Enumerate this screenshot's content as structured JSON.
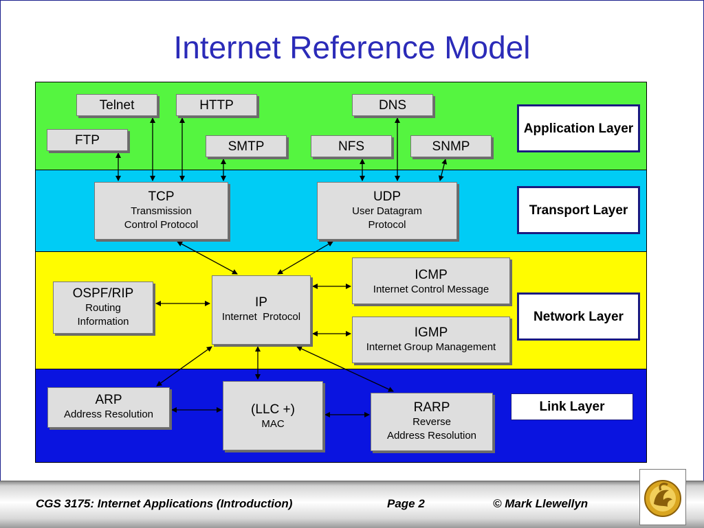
{
  "title": "Internet Reference Model",
  "colors": {
    "application": "#55f540",
    "transport": "#00ccf5",
    "network": "#fffc00",
    "link": "#0a14e0",
    "title": "#2b2bb8"
  },
  "layers": {
    "application": "Application Layer",
    "transport": "Transport Layer",
    "network": "Network Layer",
    "link": "Link Layer"
  },
  "boxes": {
    "telnet": {
      "name": "Telnet"
    },
    "http": {
      "name": "HTTP"
    },
    "dns": {
      "name": "DNS"
    },
    "ftp": {
      "name": "FTP"
    },
    "smtp": {
      "name": "SMTP"
    },
    "nfs": {
      "name": "NFS"
    },
    "snmp": {
      "name": "SNMP"
    },
    "tcp": {
      "name": "TCP",
      "desc": [
        "Transmission",
        "Control Protocol"
      ]
    },
    "udp": {
      "name": "UDP",
      "desc": [
        "User Datagram",
        "Protocol"
      ]
    },
    "ospf": {
      "name": "OSPF/RIP",
      "desc": [
        "Routing",
        "Information"
      ]
    },
    "ip": {
      "name": "IP",
      "desc": [
        "Internet  Protocol"
      ]
    },
    "icmp": {
      "name": "ICMP",
      "desc": [
        "Internet Control Message"
      ]
    },
    "igmp": {
      "name": "IGMP",
      "desc": [
        "Internet Group Management"
      ]
    },
    "arp": {
      "name": "ARP",
      "desc": [
        "Address Resolution"
      ]
    },
    "llc": {
      "name": "(LLC +)",
      "desc": [
        "MAC"
      ]
    },
    "rarp": {
      "name": "RARP",
      "desc": [
        "Reverse",
        "Address Resolution"
      ]
    }
  },
  "footer": {
    "course": "CGS 3175: Internet Applications (Introduction)",
    "page": "Page 2",
    "author": "© Mark Llewellyn"
  },
  "logo": {
    "icon": "pegasus-logo-icon",
    "color": "#c79a1e"
  }
}
